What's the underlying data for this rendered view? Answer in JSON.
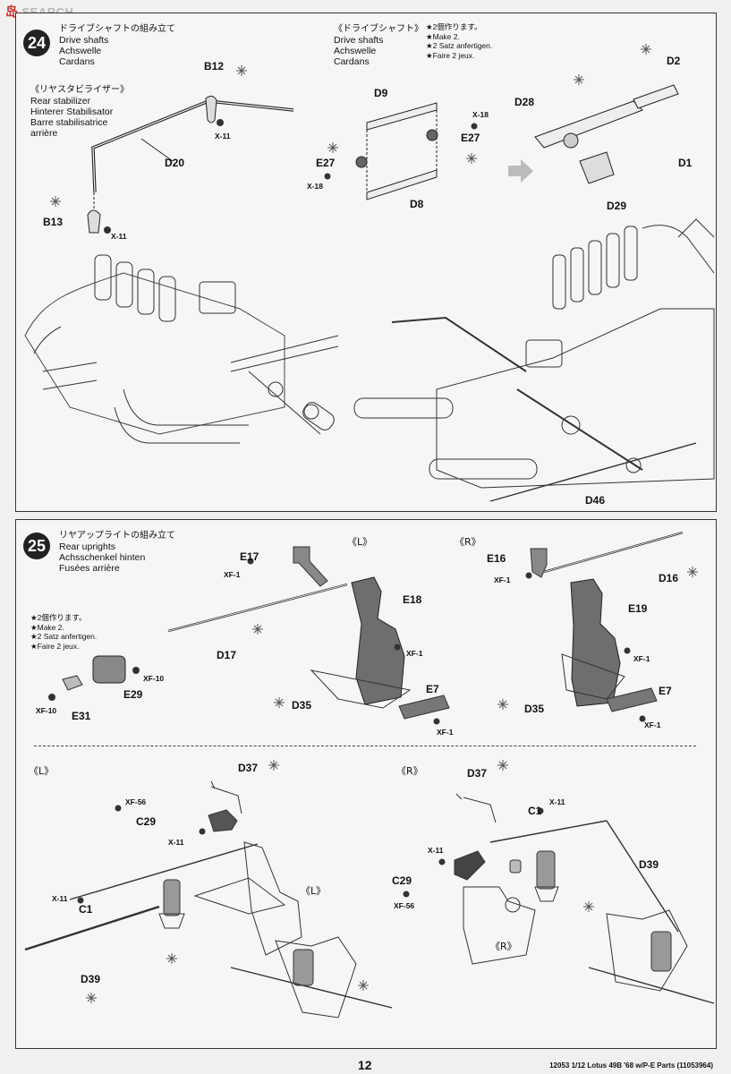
{
  "watermark": {
    "logo": "岛",
    "text": "SEARCH"
  },
  "step24": {
    "number": "24",
    "title": {
      "jp": "ドライブシャフトの組み立て",
      "en": "Drive shafts",
      "de": "Achswelle",
      "fr": "Cardans"
    },
    "stabilizer": {
      "jp": "《リヤスタビライザー》",
      "en": "Rear stabilizer",
      "de": "Hinterer Stabilisator",
      "fr": "Barre stabilisatrice",
      "fr2": "arrière"
    },
    "driveshaft": {
      "jp": "《ドライブシャフト》",
      "en": "Drive shafts",
      "de": "Achswelle",
      "fr": "Cardans"
    },
    "make2": {
      "jp": "★2個作ります。",
      "en": "★Make 2.",
      "de": "★2 Satz anfertigen.",
      "fr": "★Faire 2 jeux."
    },
    "labels": {
      "b12": "B12",
      "x11a": "X-11",
      "d20": "D20",
      "b13": "B13",
      "x11b": "X-11",
      "d9": "D9",
      "x18a": "X-18",
      "e27a": "E27",
      "e27b": "E27",
      "x18b": "X-18",
      "d8": "D8",
      "d2": "D2",
      "d28": "D28",
      "d1": "D1",
      "d29": "D29",
      "d46": "D46"
    }
  },
  "step25": {
    "number": "25",
    "title": {
      "jp": "リヤアップライトの組み立て",
      "en": "Rear uprights",
      "de": "Achsschenkel hinten",
      "fr": "Fusées arrière"
    },
    "make2": {
      "jp": "★2個作ります。",
      "en": "★Make 2.",
      "de": "★2 Satz anfertigen.",
      "fr": "★Faire 2 jeux."
    },
    "sides": {
      "l1": "《L》",
      "r1": "《R》",
      "l2": "《L》",
      "l3": "《L》",
      "r2": "《R》",
      "r3": "《R》"
    },
    "labels": {
      "e17": "E17",
      "xf1a": "XF-1",
      "e18": "E18",
      "xf1b": "XF-1",
      "d17": "D17",
      "d35a": "D35",
      "e7a": "E7",
      "xf1c": "XF-1",
      "e16": "E16",
      "xf1d": "XF-1",
      "d16": "D16",
      "e19": "E19",
      "xf1e": "XF-1",
      "d35b": "D35",
      "e7b": "E7",
      "xf1f": "XF-1",
      "xf10a": "XF-10",
      "e29": "E29",
      "xf10b": "XF-10",
      "e31": "E31",
      "d37a": "D37",
      "xf56a": "XF-56",
      "c29a": "C29",
      "x11c": "X-11",
      "x11d": "X-11",
      "c1a": "C1",
      "d39a": "D39",
      "d37b": "D37",
      "c1b": "C1",
      "x11e": "X-11",
      "x11f": "X-11",
      "d39b": "D39",
      "c29b": "C29",
      "xf56b": "XF-56"
    }
  },
  "page": {
    "number": "12",
    "footer": "12053 1/12 Lotus 49B '68 w/P-E Parts (11053964)"
  }
}
